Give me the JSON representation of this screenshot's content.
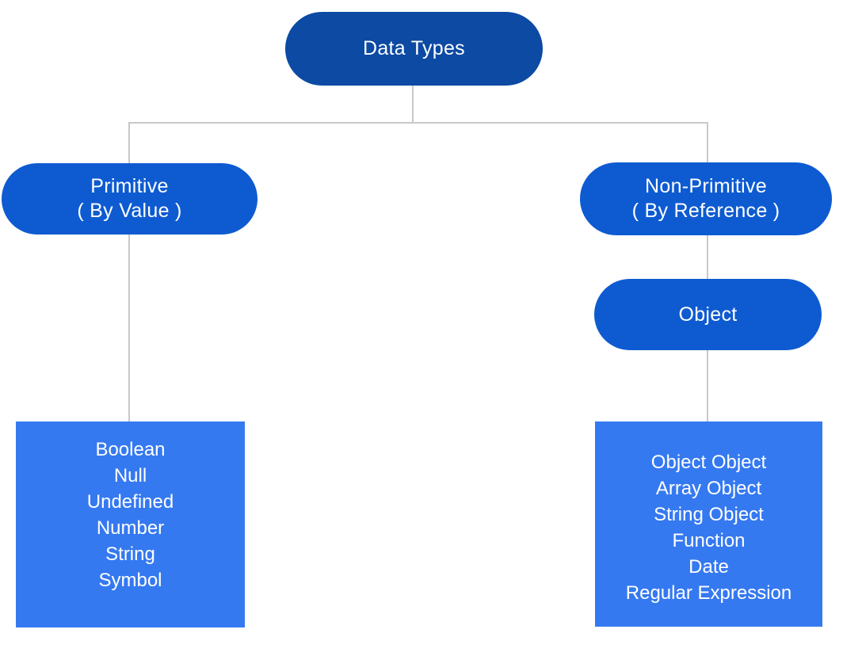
{
  "diagram": {
    "root": {
      "label": "Data Types"
    },
    "primitive": {
      "label_line1": "Primitive",
      "label_line2": "( By Value )",
      "items": [
        "Boolean",
        "Null",
        "Undefined",
        "Number",
        "String",
        "Symbol"
      ]
    },
    "non_primitive": {
      "label_line1": "Non-Primitive",
      "label_line2": "( By Reference )",
      "child_label": "Object",
      "items": [
        "Object Object",
        "Array Object",
        "String Object",
        "Function",
        "Date",
        "Regular Expression"
      ]
    },
    "colors": {
      "root_fill": "#0c4aa3",
      "branch_fill": "#0e5bd1",
      "list_fill": "#3579f1",
      "connector": "#c8c8c8",
      "text": "#ffffff"
    }
  }
}
